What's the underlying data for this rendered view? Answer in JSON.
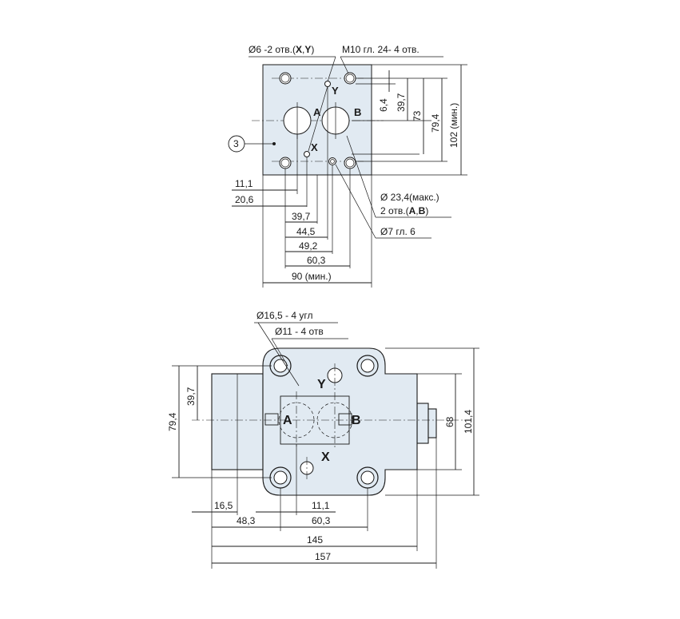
{
  "top_view": {
    "callout_holes_xy_prefix": "Ø6 -2 отв.(",
    "callout_holes_xy_x": "X",
    "callout_holes_xy_sep": ",",
    "callout_holes_xy_y": "Y",
    "callout_holes_xy_suffix": ")",
    "callout_thread": "M10 гл. 24- 4 отв.",
    "port_a": "A",
    "port_b": "B",
    "port_x": "X",
    "port_y": "Y",
    "item_number": "3",
    "dims_right": [
      "6,4",
      "39,7",
      "73",
      "79,4",
      "102 (мин.)"
    ],
    "dims_bottom": [
      "11,1",
      "20,6",
      "39,7",
      "44,5",
      "49,2",
      "60,3",
      "90 (мин.)"
    ],
    "callout_ports_line1": "Ø 23,4(макс.)",
    "callout_ports_line2_prefix": "2 отв.(",
    "callout_ports_line2_a": "A",
    "callout_ports_line2_sep": ",",
    "callout_ports_line2_b": "B",
    "callout_ports_line2_suffix": ")",
    "callout_pin": "Ø7 гл. 6"
  },
  "bottom_view": {
    "callout_counterbore": "Ø16,5 - 4 угл",
    "callout_bolt": "Ø11 - 4 отв",
    "port_a": "A",
    "port_b": "B",
    "port_x": "X",
    "port_y": "Y",
    "dims_left": [
      "79,4",
      "39,7"
    ],
    "dims_right": [
      "68",
      "101,4"
    ],
    "dims_bottom": [
      "16,5",
      "48,3",
      "11,1",
      "60,3",
      "145",
      "157"
    ]
  }
}
